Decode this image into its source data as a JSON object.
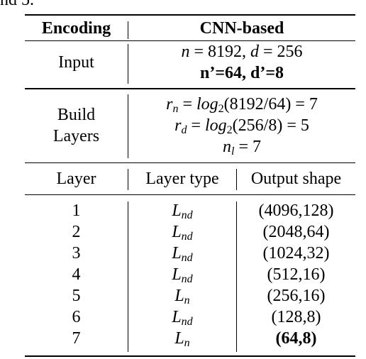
{
  "caption_fragment": "nd 5.",
  "table": {
    "header": {
      "encoding": "Encoding",
      "cnn_based": "CNN-based"
    },
    "input": {
      "label": "Input",
      "n_lhs": "n",
      "eq": "=",
      "n_val": "8192",
      "comma": ",",
      "d_lhs": "d",
      "d_val": "256",
      "reduced": "n’=64, d’=8"
    },
    "build": {
      "label_line1": "Build",
      "label_line2": "Layers",
      "rn_lhs": "r",
      "rn_sub": "n",
      "rn_log": "log",
      "rn_base": "2",
      "rn_arg": "(8192/64)",
      "rn_val": "7",
      "rd_lhs": "r",
      "rd_sub": "d",
      "rd_log": "log",
      "rd_base": "2",
      "rd_arg": "(256/8)",
      "rd_val": "5",
      "nl_lhs": "n",
      "nl_sub": "l",
      "nl_val": "7"
    },
    "columns": {
      "layer": "Layer",
      "layer_type": "Layer type",
      "output_shape": "Output shape"
    },
    "rows": [
      {
        "layer": "1",
        "type_base": "L",
        "type_sub": "nd",
        "shape": "(4096,128)"
      },
      {
        "layer": "2",
        "type_base": "L",
        "type_sub": "nd",
        "shape": "(2048,64)"
      },
      {
        "layer": "3",
        "type_base": "L",
        "type_sub": "nd",
        "shape": "(1024,32)"
      },
      {
        "layer": "4",
        "type_base": "L",
        "type_sub": "nd",
        "shape": "(512,16)"
      },
      {
        "layer": "5",
        "type_base": "L",
        "type_sub": "n",
        "shape": "(256,16)"
      },
      {
        "layer": "6",
        "type_base": "L",
        "type_sub": "nd",
        "shape": "(128,8)"
      },
      {
        "layer": "7",
        "type_base": "L",
        "type_sub": "n",
        "shape": "(64,8)",
        "shape_bold": true
      }
    ]
  }
}
